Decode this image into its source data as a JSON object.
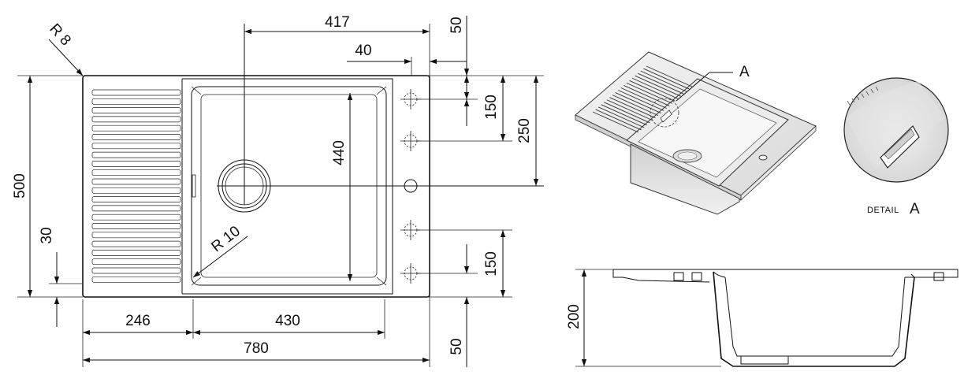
{
  "dimensions": {
    "width_417": "417",
    "gap_40": "40",
    "top_50": "50",
    "radius_8": "R 8",
    "height_150_top": "150",
    "height_250": "250",
    "height_440": "440",
    "total_500": "500",
    "offset_30": "30",
    "radius_10": "R 10",
    "height_150_bottom": "150",
    "drainer_246": "246",
    "bowl_430": "430",
    "total_780": "780",
    "bottom_50": "50",
    "depth_200": "200"
  },
  "detail_callout": "A",
  "detail_caption_word": "DETAIL",
  "detail_caption_letter": "A"
}
